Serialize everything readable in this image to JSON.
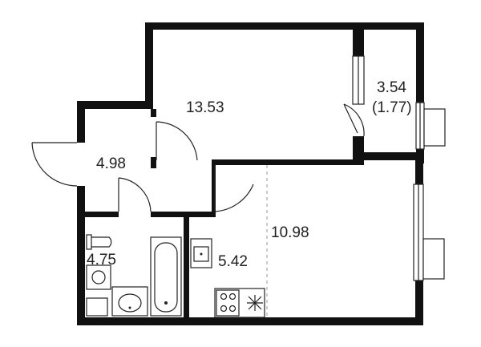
{
  "plan": {
    "rooms": [
      {
        "id": "bedroom",
        "area": "13.53"
      },
      {
        "id": "hall",
        "area": "4.98"
      },
      {
        "id": "bathroom",
        "area": "4.75"
      },
      {
        "id": "kitchen",
        "area": "5.42"
      },
      {
        "id": "living",
        "area": "10.98"
      },
      {
        "id": "balcony",
        "area": "3.54",
        "area_reduced": "(1.77)"
      }
    ]
  },
  "colors": {
    "wall": "#111111",
    "line": "#222222",
    "background": "#ffffff"
  }
}
